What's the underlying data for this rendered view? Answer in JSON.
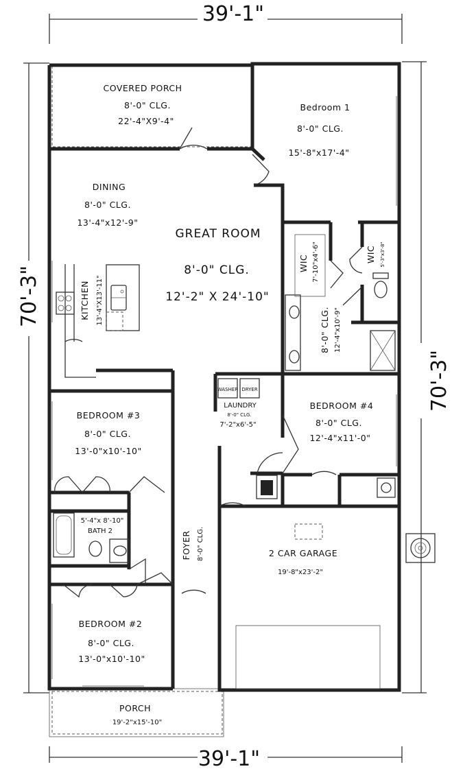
{
  "dimensions": {
    "top_width": "39'-1\"",
    "bottom_width": "39'-1\"",
    "left_depth": "70'-3\"",
    "right_depth": "70'-3\""
  },
  "rooms": {
    "covered_porch": {
      "name": "COVERED PORCH",
      "ceiling": "8'-0\" CLG.",
      "size": "22'-4\"X9'-4\""
    },
    "bedroom1": {
      "name": "Bedroom 1",
      "ceiling": "8'-0\" CLG.",
      "size": "15'-8\"x17'-4\""
    },
    "dining": {
      "name": "DINING",
      "ceiling": "8'-0\" CLG.",
      "size": "13'-4\"x12'-9\""
    },
    "great_room": {
      "name": "GREAT ROOM",
      "ceiling": "8'-0\" CLG.",
      "size": "12'-2\" X 24'-10\""
    },
    "wic1": {
      "name": "WIC",
      "size": "7'-10\"x4'-6\""
    },
    "wic2": {
      "name": "WIC",
      "size": "5'-3\"x3'-8\""
    },
    "kitchen": {
      "name": "KITCHEN",
      "size": "13'-4\"X13'-11\""
    },
    "master_bath": {
      "ceiling": "8'-0\" CLG.",
      "size": "12'-4\"x10'-9\""
    },
    "laundry": {
      "name": "LAUNDRY",
      "ceiling": "8'-0\" CLG.",
      "size": "7'-2\"x6'-5\"",
      "washer": "WASHER",
      "dryer": "DRYER"
    },
    "bedroom3": {
      "name": "BEDROOM #3",
      "ceiling": "8'-0\" CLG.",
      "size": "13'-0\"x10'-10\""
    },
    "bedroom4": {
      "name": "BEDROOM #4",
      "ceiling": "8'-0\" CLG.",
      "size": "12'-4\"x11'-0\""
    },
    "bath2": {
      "name": "BATH 2",
      "size": "5'-4\"x 8'-10\""
    },
    "foyer": {
      "name": "FOYER",
      "ceiling": "8'-0\" CLG."
    },
    "garage": {
      "name": "2 CAR GARAGE",
      "size": "19'-8\"x23'-2\""
    },
    "bedroom2": {
      "name": "BEDROOM #2",
      "ceiling": "8'-0\" CLG.",
      "size": "13'-0\"x10'-10\""
    },
    "porch": {
      "name": "PORCH",
      "size": "19'-2\"x15'-10\""
    }
  },
  "icons": [
    "range-icon",
    "sink-icon",
    "toilet-icon",
    "tub-icon",
    "shower-icon",
    "water-heater-icon",
    "ac-unit-icon"
  ]
}
